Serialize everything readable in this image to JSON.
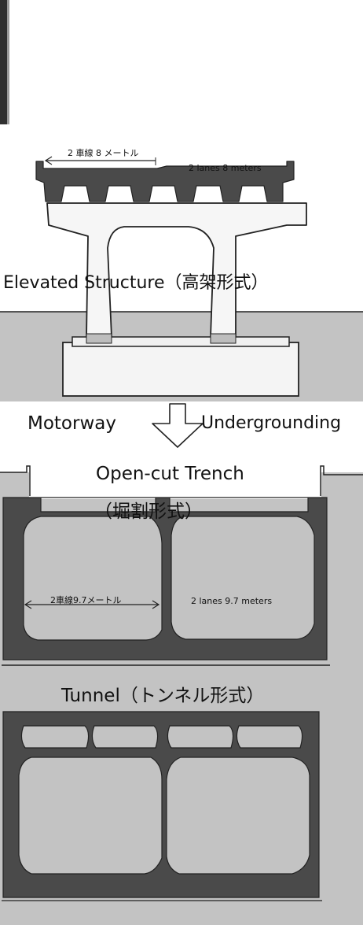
{
  "elevated": {
    "width_label_ja": "2 車線 8 メートル",
    "width_label_en": "2 lanes 8 meters",
    "title": "Elevated Structure（高架形式）"
  },
  "transition": {
    "left_label": "Motorway",
    "right_label": "Undergrounding"
  },
  "trench": {
    "title": "Open-cut Trench",
    "title_ja": "（堀割形式）",
    "width_label_ja": "2車線9.7メートル",
    "width_label_en": "2 lanes 9.7 meters"
  },
  "tunnel": {
    "title": "Tunnel（トンネル形式）"
  },
  "colors": {
    "ground": "#c3c3c3",
    "concrete": "#4a4a4a",
    "sky": "#ffffff",
    "line": "#222222"
  }
}
